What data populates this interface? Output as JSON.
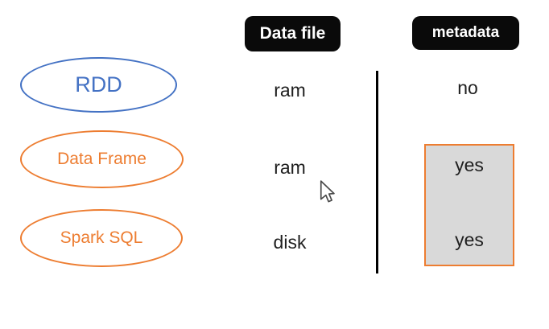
{
  "colors": {
    "background": "#ffffff",
    "rdd_blue": "#4472C4",
    "accent_orange": "#ED7D31",
    "pill_background": "#0a0a0a",
    "pill_text": "#ffffff",
    "highlight_fill": "#d9d9d9",
    "body_text": "#1f1f1f",
    "divider": "#000000"
  },
  "column_headers": [
    {
      "label": "Data file"
    },
    {
      "label": "metadata"
    }
  ],
  "rows": [
    {
      "entity": "RDD",
      "entity_color": "#4472C4",
      "data_file": "ram",
      "metadata": "no"
    },
    {
      "entity": "Data Frame",
      "entity_color": "#ED7D31",
      "data_file": "ram",
      "metadata": "yes"
    },
    {
      "entity": "Spark SQL",
      "entity_color": "#ED7D31",
      "data_file": "disk",
      "metadata": "yes"
    }
  ],
  "highlight": {
    "note": "metadata yes-cells enclosed in gray box with orange border"
  },
  "cursor": {
    "icon": "arrow-pointer"
  }
}
